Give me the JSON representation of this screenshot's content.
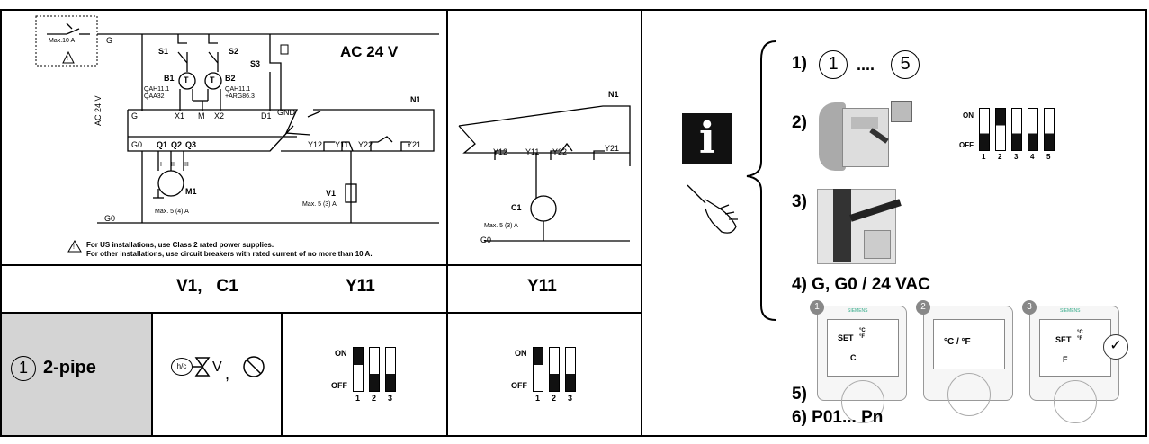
{
  "wiring": {
    "breaker_label": "Max.10 A",
    "terminal_G": "G",
    "terminal_G0": "G0",
    "supply_voltage": "AC 24 V",
    "supply_voltage_vertical": "AC 24 V",
    "s1": "S1",
    "s2": "S2",
    "s3": "S3",
    "b1": "B1",
    "b2": "B2",
    "b1_models": [
      "QAH11.1",
      "QAA32"
    ],
    "b2_models": [
      "QAH11.1",
      "+ARG86.3"
    ],
    "n1": "N1",
    "terminals_top": [
      "G",
      "X1",
      "M",
      "X2",
      "D1",
      "GND"
    ],
    "terminals_bottom": [
      "G0",
      "Q1",
      "Q2",
      "Q3"
    ],
    "outputs": [
      "Y12",
      "Y11",
      "Y22",
      "Y21"
    ],
    "phases": [
      "I",
      "II",
      "III"
    ],
    "m1": "M1",
    "m1_max": "Max. 5 (4) A",
    "v1": "V1",
    "v1_max": "Max. 5 (3) A",
    "note_line1": "For US installations, use Class 2 rated power supplies.",
    "note_line2": "For other installations, use circuit breakers with rated current of no more than 10 A."
  },
  "compressor": {
    "n1": "N1",
    "outputs": [
      "Y12",
      "Y11",
      "Y22",
      "Y21"
    ],
    "c1": "C1",
    "c1_max": "Max. 5 (3) A",
    "g0": "G0"
  },
  "table": {
    "header_actuators": "V1,   C1",
    "header_y11_a": "Y11",
    "header_y11_b": "Y11",
    "row_number": "1",
    "row_label": "2-pipe",
    "hc_label": "h/c",
    "v_label": "V",
    "comma": ",",
    "dip_on": "ON",
    "dip_off": "OFF",
    "dip_numbers": [
      "1",
      "2",
      "3"
    ],
    "dip_states": [
      "ON",
      "OFF",
      "OFF"
    ]
  },
  "info": {
    "step1_prefix": "1)",
    "step1_from": "1",
    "step1_dots": "....",
    "step1_to": "5",
    "step2": "2)",
    "step3": "3)",
    "step4": "4) G, G0 / 24 VAC",
    "step5": "5)",
    "step6": "6) P01... Pn",
    "dip_on": "ON",
    "dip_off": "OFF",
    "dip_numbers": [
      "1",
      "2",
      "3",
      "4",
      "5"
    ],
    "dip_states": [
      "OFF",
      "ON",
      "OFF",
      "OFF",
      "OFF"
    ],
    "screen_numbers": [
      "1",
      "2",
      "3"
    ],
    "screen1_set": "SET",
    "screen1_unit": "°C\n°F",
    "screen1_value": "C",
    "screen2_text": "°C / °F",
    "screen3_set": "SET",
    "screen3_unit": "°C\n°F",
    "screen3_value": "F",
    "brand": "SIEMENS"
  }
}
